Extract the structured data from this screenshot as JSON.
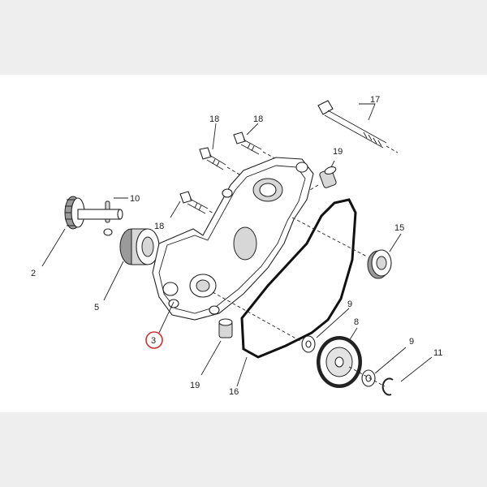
{
  "callouts": [
    {
      "id": "c17",
      "text": "17"
    },
    {
      "id": "c18a",
      "text": "18"
    },
    {
      "id": "c18b",
      "text": "18"
    },
    {
      "id": "c18c",
      "text": "18"
    },
    {
      "id": "c19a",
      "text": "19"
    },
    {
      "id": "c10",
      "text": "10"
    },
    {
      "id": "c15",
      "text": "15"
    },
    {
      "id": "c2",
      "text": "2"
    },
    {
      "id": "c5",
      "text": "5"
    },
    {
      "id": "c9a",
      "text": "9"
    },
    {
      "id": "c8",
      "text": "8"
    },
    {
      "id": "c9b",
      "text": "9"
    },
    {
      "id": "c11",
      "text": "11"
    },
    {
      "id": "c3",
      "text": "3"
    },
    {
      "id": "c19b",
      "text": "19"
    },
    {
      "id": "c16",
      "text": "16"
    }
  ],
  "highlight": {
    "callout": "3",
    "color": "#d0302f"
  }
}
